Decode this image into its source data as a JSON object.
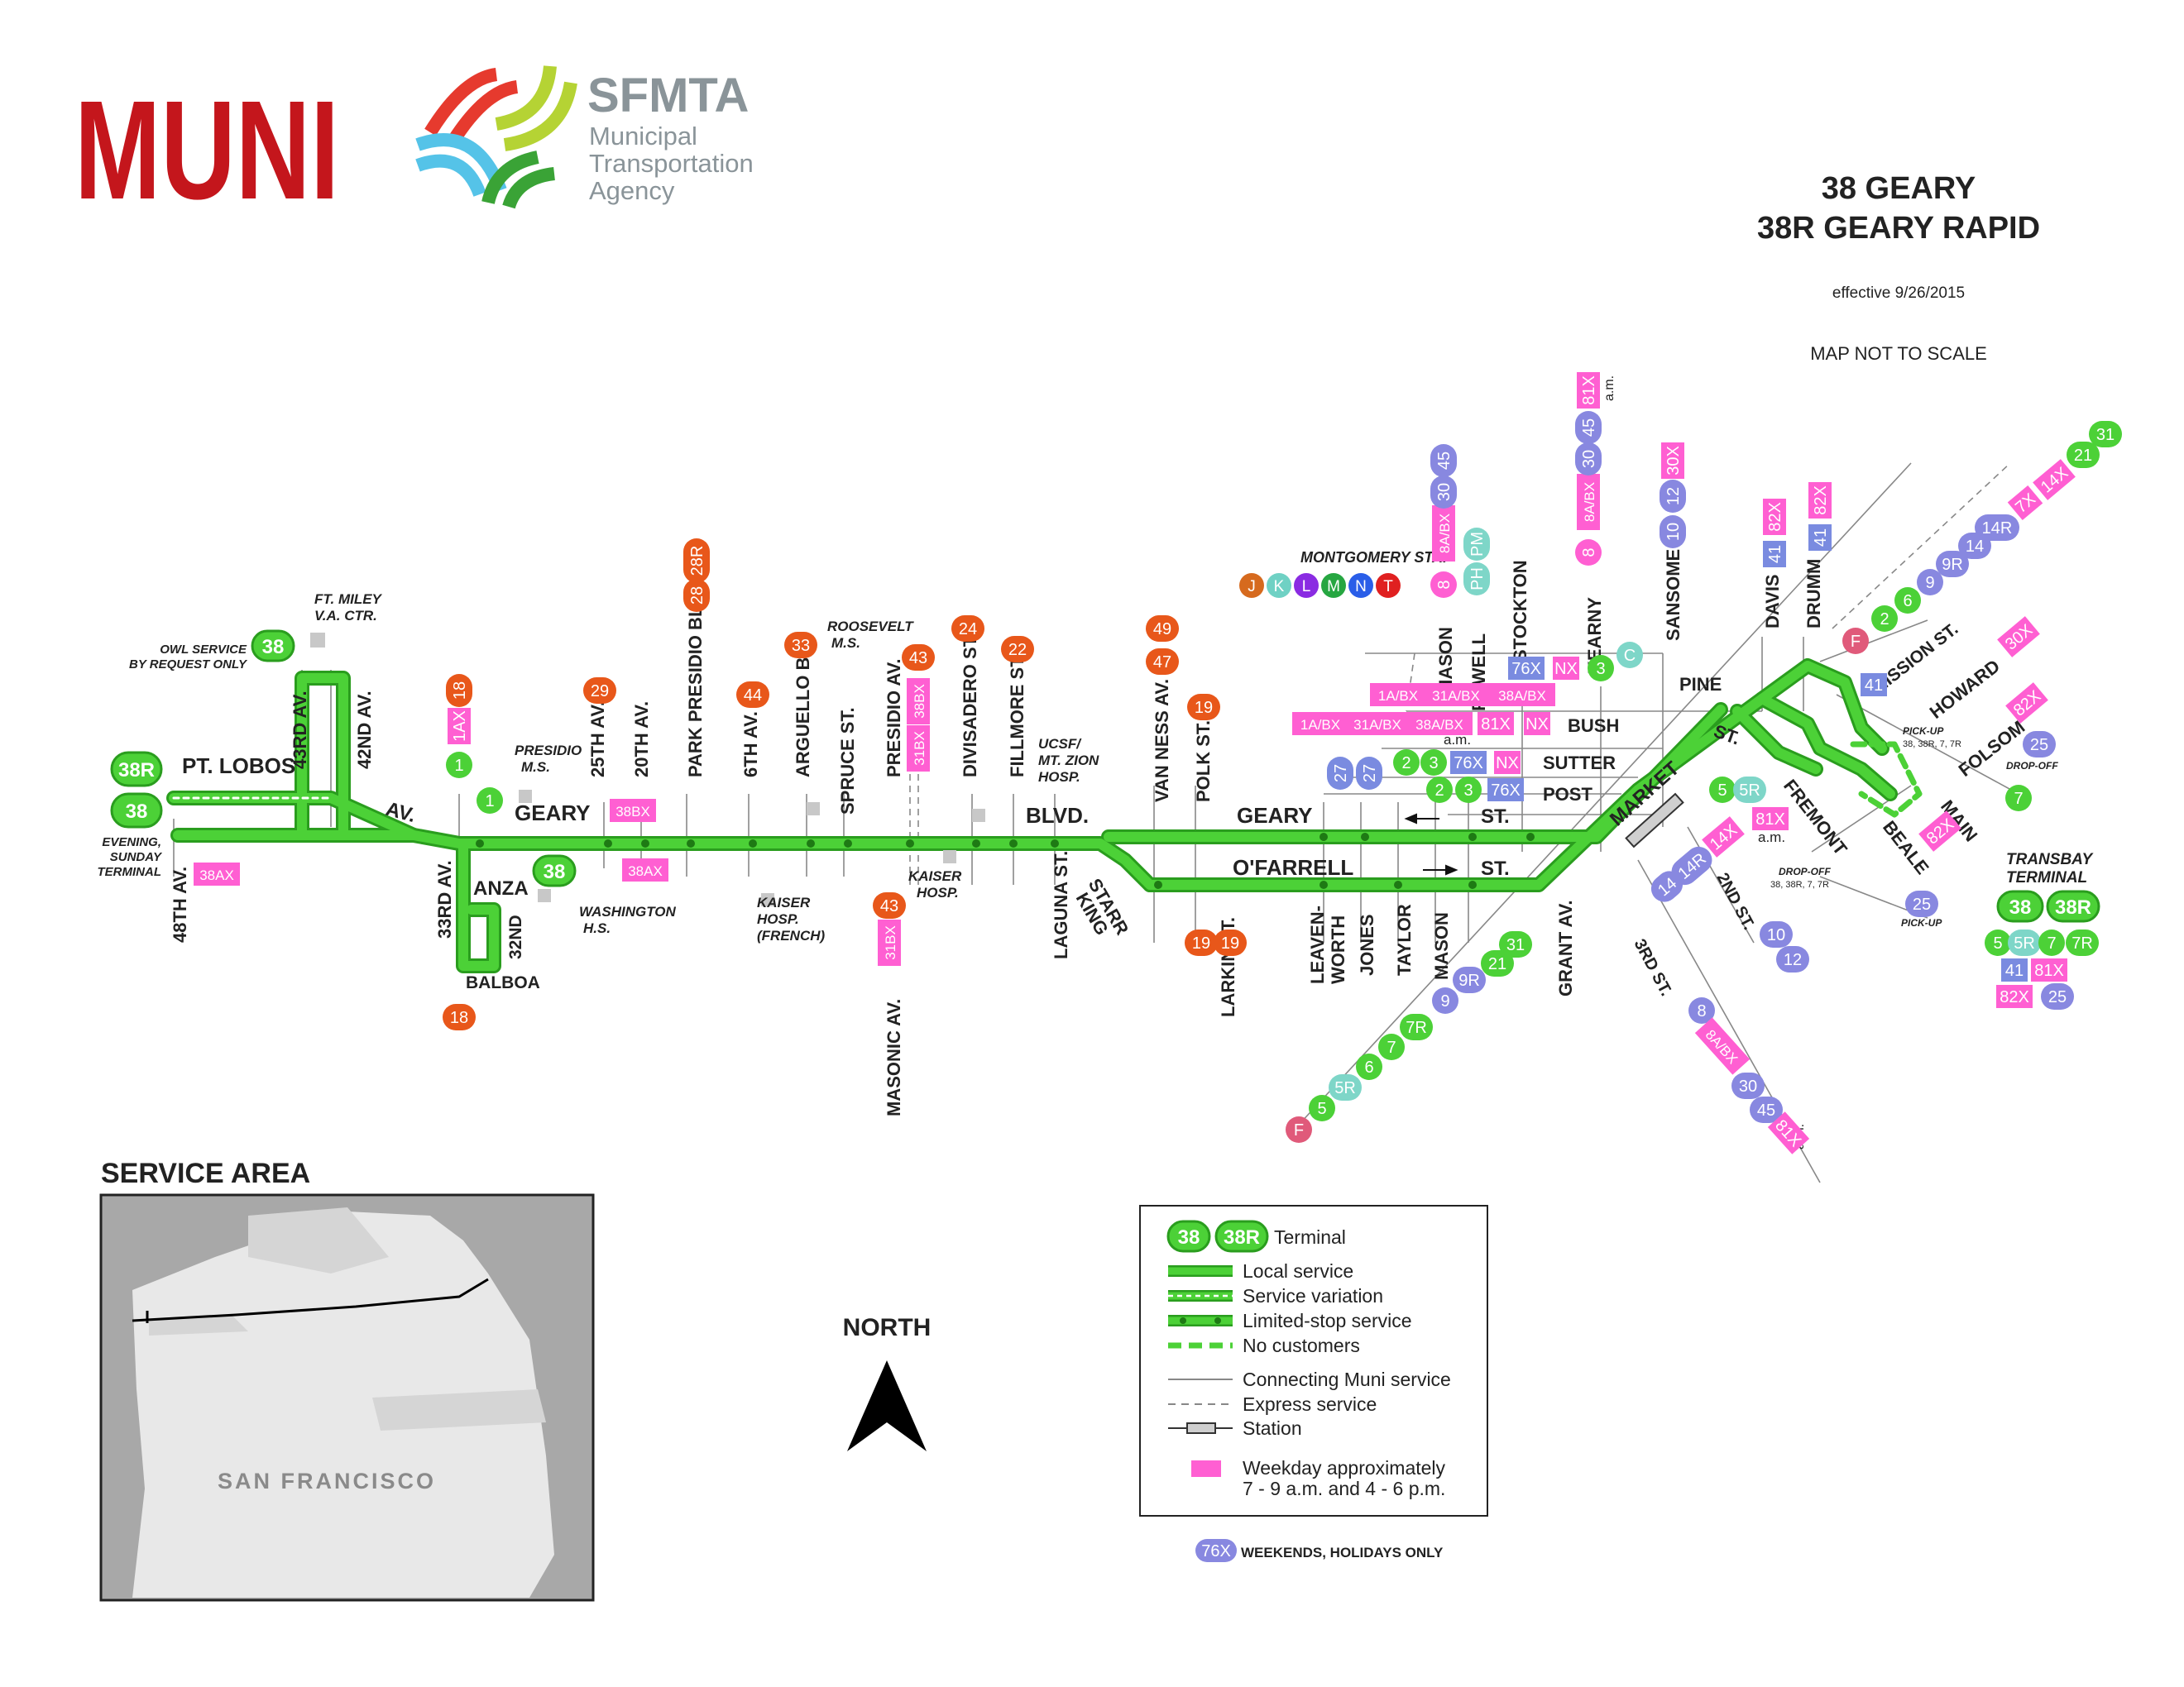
{
  "brand": {
    "muni": "MUNI",
    "sfmta": "SFMTA",
    "agency_lines": [
      "Municipal",
      "Transportation",
      "Agency"
    ],
    "colors": {
      "muni_red": "#c4161c",
      "sfmta_gray": "#8a9499",
      "route_green": "#4cd137",
      "route_outline": "#2a9d1e"
    }
  },
  "title": {
    "line1": "38 GEARY",
    "line2": "38R GEARY RAPID",
    "effective": "effective 9/26/2015",
    "scale_note": "MAP NOT TO SCALE"
  },
  "route_badges": {
    "local": "38",
    "rapid": "38R"
  },
  "labels": {
    "pt_lobos": "PT. LOBOS",
    "av": "AV.",
    "geary_w": "GEARY",
    "geary_e": "GEARY",
    "blvd": "BLVD.",
    "st_geary": "ST.",
    "ofarrell": "O'FARRELL",
    "st_ofarrell": "ST.",
    "anza": "ANZA",
    "balboa": "BALBOA",
    "thirtytwond": "32ND",
    "pine": "PINE",
    "st_pine": "ST.",
    "bush": "BUSH",
    "sutter": "SUTTER",
    "post": "POST",
    "market": "MARKET",
    "starr_king_1": "STARR",
    "starr_king_2": "KING",
    "mission": "MISSION ST.",
    "howard": "HOWARD",
    "folsom": "FOLSOM",
    "fremont": "FREMONT",
    "beale": "BEALE",
    "main": "MAIN",
    "second": "2ND ST.",
    "third": "3RD ST.",
    "am": "a.m."
  },
  "streets": {
    "s48": "48TH AV.",
    "s43": "43RD AV.",
    "s42": "42ND AV.",
    "s33": "33RD AV.",
    "s25": "25TH AV.",
    "s20": "20TH AV.",
    "park": "PARK PRESIDIO BL.",
    "s6": "6TH AV.",
    "arguello": "ARGUELLO BL.",
    "spruce": "SPRUCE ST.",
    "presidio": "PRESIDIO AV.",
    "masonic": "MASONIC AV.",
    "divisadero": "DIVISADERO ST.",
    "fillmore": "FILLMORE ST.",
    "laguna": "LAGUNA ST.",
    "vanness": "VAN NESS AV.",
    "polk": "POLK ST.",
    "larkin": "LARKIN ST.",
    "leaven1": "LEAVEN-",
    "leaven2": "WORTH",
    "jones": "JONES",
    "taylor": "TAYLOR",
    "mason_s": "MASON",
    "mason_n": "MASON",
    "powell": "POWELL",
    "stockton": "STOCKTON",
    "grant": "GRANT AV.",
    "kearny": "KEARNY",
    "sansome": "SANSOME",
    "davis": "DAVIS",
    "drumm": "DRUMM"
  },
  "landmarks": {
    "ftmiley_1": "FT. MILEY",
    "ftmiley_2": "V.A. CTR.",
    "owl_1": "OWL SERVICE",
    "owl_2": "BY REQUEST ONLY",
    "terminal_1": "EVENING,",
    "terminal_2": "SUNDAY",
    "terminal_3": "TERMINAL",
    "presidio_ms_1": "PRESIDIO",
    "presidio_ms_2": "M.S.",
    "washington_1": "WASHINGTON",
    "washington_2": "H.S.",
    "roosevelt_1": "ROOSEVELT",
    "roosevelt_2": "M.S.",
    "kaiser_f_1": "KAISER",
    "kaiser_f_2": "HOSP.",
    "kaiser_f_3": "(FRENCH)",
    "kaiser_1": "KAISER",
    "kaiser_2": "HOSP.",
    "ucsf_1": "UCSF/",
    "ucsf_2": "MT. ZION",
    "ucsf_3": "HOSP.",
    "montgomery": "MONTGOMERY STA.",
    "transbay_1": "TRANSBAY",
    "transbay_2": "TERMINAL",
    "pickup_top": "PICK-UP",
    "pickup_top_routes": "38, 38R, 7, 7R",
    "dropoff_25": "DROP-OFF",
    "pickup_25": "PICK-UP",
    "dropoff_b": "DROP-OFF",
    "dropoff_b_routes": "38, 38R, 7, 7R"
  },
  "connections": {
    "c1ax": "1AX",
    "c18a": "18",
    "c1": "1",
    "c1b": "1",
    "c18b": "18",
    "c38bx": "38BX",
    "c38ax_a": "38AX",
    "c38ax_b": "38AX",
    "c29": "29",
    "c28": "28",
    "c28r": "28R",
    "c44": "44",
    "c33": "33",
    "c31bx_a": "31BX",
    "c38bx_b": "38BX",
    "c43a": "43",
    "c43b": "43",
    "c31bx_b": "31BX",
    "c24": "24",
    "c22": "22",
    "c47": "47",
    "c49": "49",
    "c19a": "19",
    "c19b": "19",
    "c19c": "19",
    "c27a": "27",
    "c27b": "27",
    "c2a": "2",
    "c3a": "3",
    "c76a": "76X",
    "cnxa": "NX",
    "c2b": "2",
    "c3b": "3",
    "c76b": "76X",
    "b1abx": "1A/BX",
    "b31abx": "31A/BX",
    "b38abx": "38A/BX",
    "s1abx": "1A/BX",
    "s31abx": "31A/BX",
    "s38abx": "38A/BX",
    "s81x": "81X",
    "snx": "NX",
    "m8": "8",
    "m8abx": "8A/BX",
    "m30": "30",
    "m45": "45",
    "ph": "PH",
    "pm": "PM",
    "k8": "8",
    "k8abx": "8A/BX",
    "k30": "30",
    "k45": "45",
    "k81x": "81X",
    "c76c": "76X",
    "cnxc": "NX",
    "c3c": "3",
    "cc": "C",
    "s10": "10",
    "s12": "12",
    "s30x": "30X",
    "d41": "41",
    "d82x": "82X",
    "dr41": "41",
    "dr82x": "82X",
    "ne2": "2",
    "ne6": "6",
    "ne9": "9",
    "ne9r": "9R",
    "ne14": "14",
    "ne14r": "14R",
    "ne7x": "7X",
    "ne14x": "14X",
    "ne21": "21",
    "ne31": "31",
    "nef": "F",
    "h30x": "30X",
    "m41": "41",
    "f82x": "82X",
    "f25a": "25",
    "f7": "7",
    "b82x": "82X",
    "b25": "25",
    "c5": "5",
    "c5r": "5R",
    "c81x": "81X",
    "c14x": "14X",
    "c14": "14",
    "c14r": "14R",
    "c10": "10",
    "c12": "12",
    "sw9": "9",
    "sw9r": "9R",
    "sw21": "21",
    "sw31": "31",
    "sw7": "7",
    "sw7r": "7R",
    "sw6": "6",
    "sw5r": "5R",
    "sw5": "5",
    "swf": "F",
    "t8": "8",
    "t8abx": "8A/BX",
    "t30": "30",
    "t45": "45",
    "t81x": "81X",
    "tb5": "5",
    "tb5r": "5R",
    "tb7": "7",
    "tb7r": "7R",
    "tb41": "41",
    "tb81x": "81X",
    "tb82x": "82X",
    "tb25": "25"
  },
  "metro": [
    "J",
    "K",
    "L",
    "M",
    "N",
    "T"
  ],
  "service_area": {
    "heading": "SERVICE AREA",
    "city": "SAN FRANCISCO"
  },
  "north": "NORTH",
  "legend": {
    "terminal": "Terminal",
    "local": "Local service",
    "variation": "Service variation",
    "limited": "Limited-stop service",
    "no_customers": "No customers",
    "connecting": "Connecting Muni service",
    "express": "Express service",
    "station": "Station",
    "weekday_1": "Weekday approximately",
    "weekday_2": "7 - 9 a.m. and 4 - 6 p.m."
  },
  "weekend_note": {
    "badge": "76X",
    "text": "WEEKENDS, HOLIDAYS ONLY"
  }
}
